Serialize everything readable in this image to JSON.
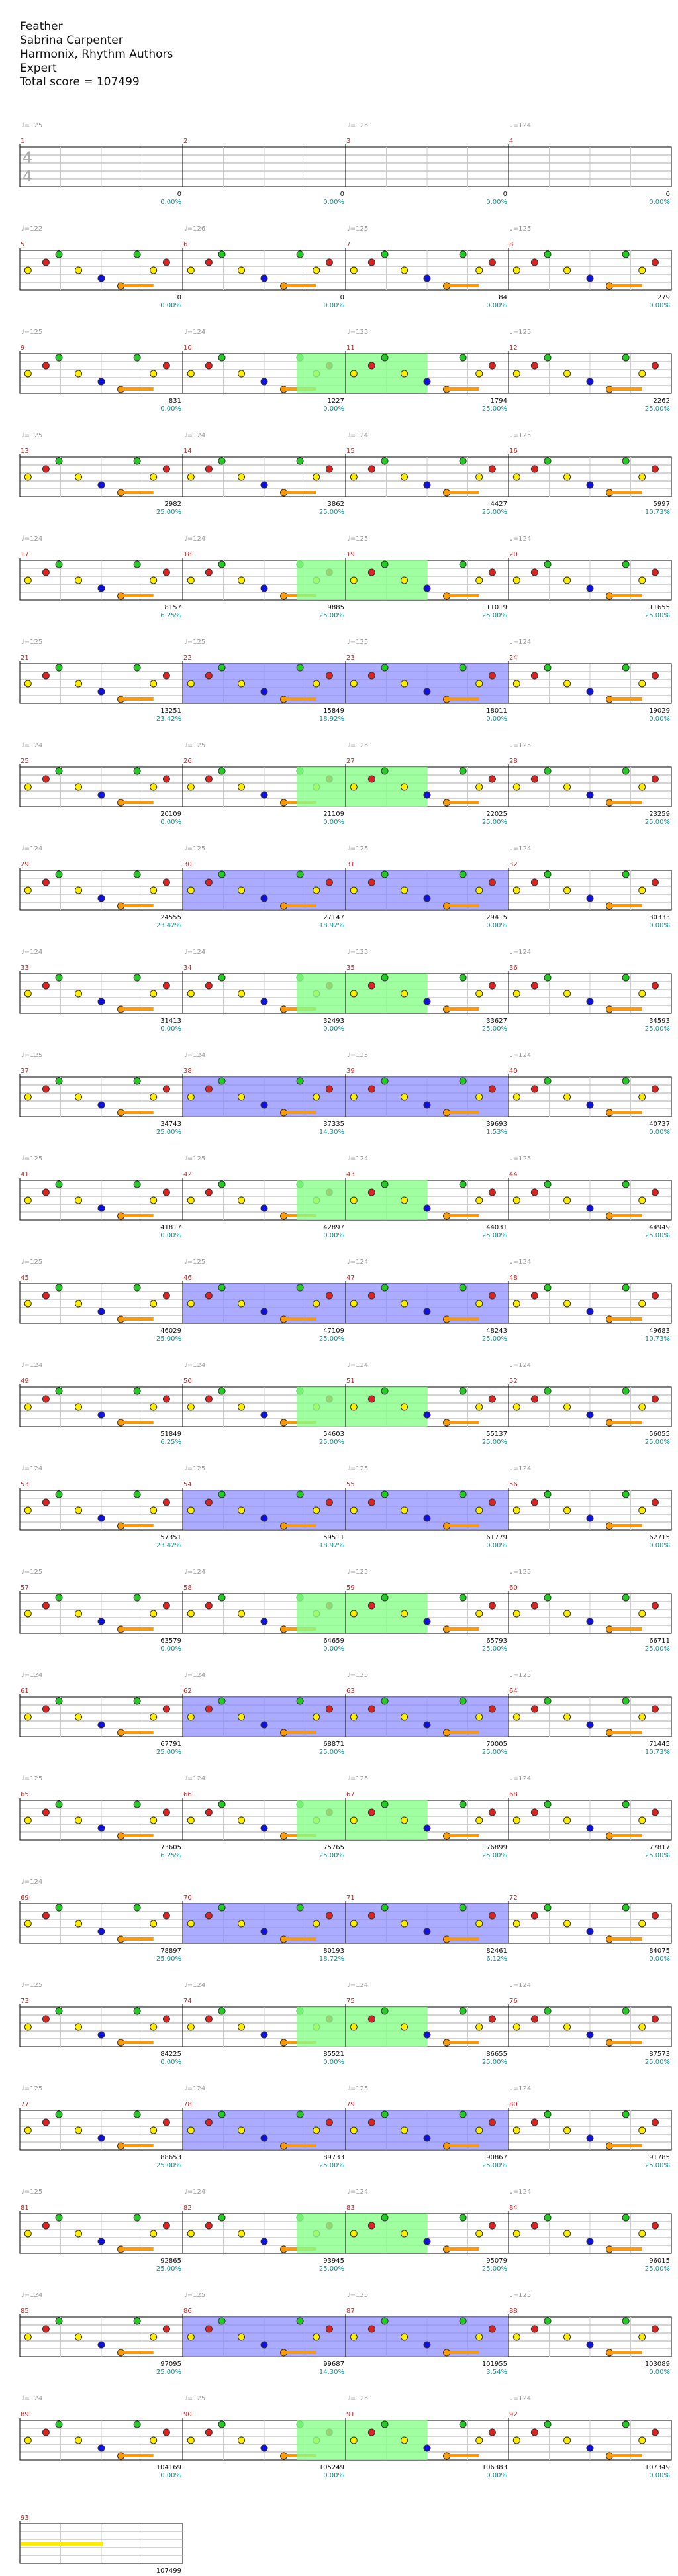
{
  "song": {
    "title": "Feather",
    "artist": "Sabrina Carpenter",
    "charter": "Harmonix, Rhythm Authors",
    "difficulty": "Expert",
    "total_score_label": "Total score = 107499"
  },
  "time_signature": {
    "numerator": "4",
    "denominator": "4"
  },
  "colors": {
    "green": "#22cc22",
    "red": "#dd2222",
    "yellow": "#ffee00",
    "blue": "#1111dd",
    "orange": "#ff9900",
    "overdrive": "#8888ff",
    "solo": "#88ff88",
    "measure_number": "#cc2222",
    "percent_text": "#009999",
    "tempo_text": "#999999"
  },
  "chart_data": {
    "type": "table",
    "rows": [
      {
        "measures": [
          {
            "n": "1",
            "tempo": "♩=125",
            "score": "0",
            "pct": "0.00%"
          },
          {
            "n": "2",
            "tempo": "",
            "score": "0",
            "pct": "0.00%"
          },
          {
            "n": "3",
            "tempo": "♩=125",
            "score": "0",
            "pct": "0.00%"
          },
          {
            "n": "4",
            "tempo": "♩=124",
            "score": "0",
            "pct": "0.00%"
          }
        ]
      },
      {
        "measures": [
          {
            "n": "5",
            "tempo": "♩=122",
            "score": "0",
            "pct": "0.00%"
          },
          {
            "n": "6",
            "tempo": "♩=126",
            "score": "0",
            "pct": "0.00%"
          },
          {
            "n": "7",
            "tempo": "♩=125",
            "score": "84",
            "pct": "0.00%"
          },
          {
            "n": "8",
            "tempo": "♩=125",
            "score": "279",
            "pct": "0.00%"
          }
        ]
      },
      {
        "measures": [
          {
            "n": "9",
            "tempo": "♩=125",
            "score": "831",
            "pct": "0.00%"
          },
          {
            "n": "10",
            "tempo": "♩=124",
            "score": "1227",
            "pct": "0.00%"
          },
          {
            "n": "11",
            "tempo": "♩=125",
            "score": "1794",
            "pct": "25.00%"
          },
          {
            "n": "12",
            "tempo": "♩=125",
            "score": "2262",
            "pct": "25.00%"
          }
        ]
      },
      {
        "measures": [
          {
            "n": "13",
            "tempo": "♩=125",
            "score": "2982",
            "pct": "25.00%"
          },
          {
            "n": "14",
            "tempo": "♩=124",
            "score": "3862",
            "pct": "25.00%"
          },
          {
            "n": "15",
            "tempo": "♩=124",
            "score": "4427",
            "pct": "25.00%"
          },
          {
            "n": "16",
            "tempo": "♩=125",
            "score": "5997",
            "pct": "10.73%"
          }
        ]
      },
      {
        "measures": [
          {
            "n": "17",
            "tempo": "♩=124",
            "score": "8157",
            "pct": "6.25%"
          },
          {
            "n": "18",
            "tempo": "♩=124",
            "score": "9885",
            "pct": "25.00%"
          },
          {
            "n": "19",
            "tempo": "♩=125",
            "score": "11019",
            "pct": "25.00%"
          },
          {
            "n": "20",
            "tempo": "♩=124",
            "score": "11655",
            "pct": "25.00%"
          }
        ]
      },
      {
        "measures": [
          {
            "n": "21",
            "tempo": "♩=125",
            "score": "13251",
            "pct": "23.42%"
          },
          {
            "n": "22",
            "tempo": "♩=125",
            "score": "15849",
            "pct": "18.92%"
          },
          {
            "n": "23",
            "tempo": "♩=125",
            "score": "18011",
            "pct": "0.00%"
          },
          {
            "n": "24",
            "tempo": "♩=124",
            "score": "19029",
            "pct": "0.00%"
          }
        ]
      },
      {
        "measures": [
          {
            "n": "25",
            "tempo": "♩=124",
            "score": "20109",
            "pct": "0.00%"
          },
          {
            "n": "26",
            "tempo": "♩=125",
            "score": "21109",
            "pct": "0.00%"
          },
          {
            "n": "27",
            "tempo": "♩=125",
            "score": "22025",
            "pct": "25.00%"
          },
          {
            "n": "28",
            "tempo": "♩=125",
            "score": "23259",
            "pct": "25.00%"
          }
        ]
      },
      {
        "measures": [
          {
            "n": "29",
            "tempo": "♩=124",
            "score": "24555",
            "pct": "23.42%"
          },
          {
            "n": "30",
            "tempo": "♩=125",
            "score": "27147",
            "pct": "18.92%"
          },
          {
            "n": "31",
            "tempo": "♩=125",
            "score": "29415",
            "pct": "0.00%"
          },
          {
            "n": "32",
            "tempo": "♩=124",
            "score": "30333",
            "pct": "0.00%"
          }
        ]
      },
      {
        "measures": [
          {
            "n": "33",
            "tempo": "♩=124",
            "score": "31413",
            "pct": "0.00%"
          },
          {
            "n": "34",
            "tempo": "♩=124",
            "score": "32493",
            "pct": "0.00%"
          },
          {
            "n": "35",
            "tempo": "♩=125",
            "score": "33627",
            "pct": "25.00%"
          },
          {
            "n": "36",
            "tempo": "♩=124",
            "score": "34593",
            "pct": "25.00%"
          }
        ]
      },
      {
        "measures": [
          {
            "n": "37",
            "tempo": "♩=125",
            "score": "34743",
            "pct": "25.00%"
          },
          {
            "n": "38",
            "tempo": "♩=124",
            "score": "37335",
            "pct": "14.30%"
          },
          {
            "n": "39",
            "tempo": "♩=125",
            "score": "39693",
            "pct": "1.53%"
          },
          {
            "n": "40",
            "tempo": "♩=124",
            "score": "40737",
            "pct": "0.00%"
          }
        ]
      },
      {
        "measures": [
          {
            "n": "41",
            "tempo": "♩=125",
            "score": "41817",
            "pct": "0.00%"
          },
          {
            "n": "42",
            "tempo": "♩=125",
            "score": "42897",
            "pct": "0.00%"
          },
          {
            "n": "43",
            "tempo": "♩=124",
            "score": "44031",
            "pct": "25.00%"
          },
          {
            "n": "44",
            "tempo": "♩=125",
            "score": "44949",
            "pct": "25.00%"
          }
        ]
      },
      {
        "measures": [
          {
            "n": "45",
            "tempo": "♩=125",
            "score": "46029",
            "pct": "25.00%"
          },
          {
            "n": "46",
            "tempo": "♩=125",
            "score": "47109",
            "pct": "25.00%"
          },
          {
            "n": "47",
            "tempo": "♩=124",
            "score": "48243",
            "pct": "25.00%"
          },
          {
            "n": "48",
            "tempo": "♩=124",
            "score": "49683",
            "pct": "10.73%"
          }
        ]
      },
      {
        "measures": [
          {
            "n": "49",
            "tempo": "♩=124",
            "score": "51849",
            "pct": "6.25%"
          },
          {
            "n": "50",
            "tempo": "♩=124",
            "score": "54603",
            "pct": "25.00%"
          },
          {
            "n": "51",
            "tempo": "♩=124",
            "score": "55137",
            "pct": "25.00%"
          },
          {
            "n": "52",
            "tempo": "♩=124",
            "score": "56055",
            "pct": "25.00%"
          }
        ]
      },
      {
        "measures": [
          {
            "n": "53",
            "tempo": "♩=124",
            "score": "57351",
            "pct": "23.42%"
          },
          {
            "n": "54",
            "tempo": "♩=125",
            "score": "59511",
            "pct": "18.92%"
          },
          {
            "n": "55",
            "tempo": "♩=125",
            "score": "61779",
            "pct": "0.00%"
          },
          {
            "n": "56",
            "tempo": "♩=124",
            "score": "62715",
            "pct": "0.00%"
          }
        ]
      },
      {
        "measures": [
          {
            "n": "57",
            "tempo": "♩=125",
            "score": "63579",
            "pct": "0.00%"
          },
          {
            "n": "58",
            "tempo": "♩=124",
            "score": "64659",
            "pct": "0.00%"
          },
          {
            "n": "59",
            "tempo": "♩=125",
            "score": "65793",
            "pct": "25.00%"
          },
          {
            "n": "60",
            "tempo": "♩=125",
            "score": "66711",
            "pct": "25.00%"
          }
        ]
      },
      {
        "measures": [
          {
            "n": "61",
            "tempo": "♩=124",
            "score": "67791",
            "pct": "25.00%"
          },
          {
            "n": "62",
            "tempo": "♩=124",
            "score": "68871",
            "pct": "25.00%"
          },
          {
            "n": "63",
            "tempo": "♩=125",
            "score": "70005",
            "pct": "25.00%"
          },
          {
            "n": "64",
            "tempo": "♩=125",
            "score": "71445",
            "pct": "10.73%"
          }
        ]
      },
      {
        "measures": [
          {
            "n": "65",
            "tempo": "♩=125",
            "score": "73605",
            "pct": "6.25%"
          },
          {
            "n": "66",
            "tempo": "♩=124",
            "score": "75765",
            "pct": "25.00%"
          },
          {
            "n": "67",
            "tempo": "♩=125",
            "score": "76899",
            "pct": "25.00%"
          },
          {
            "n": "68",
            "tempo": "♩=124",
            "score": "77817",
            "pct": "25.00%"
          }
        ]
      },
      {
        "measures": [
          {
            "n": "69",
            "tempo": "♩=124",
            "score": "78897",
            "pct": "25.00%"
          },
          {
            "n": "70",
            "tempo": "",
            "score": "80193",
            "pct": "18.72%"
          },
          {
            "n": "71",
            "tempo": "",
            "score": "82461",
            "pct": "6.12%"
          },
          {
            "n": "72",
            "tempo": "",
            "score": "84075",
            "pct": "0.00%"
          }
        ]
      },
      {
        "measures": [
          {
            "n": "73",
            "tempo": "♩=125",
            "score": "84225",
            "pct": "0.00%"
          },
          {
            "n": "74",
            "tempo": "♩=124",
            "score": "85521",
            "pct": "0.00%"
          },
          {
            "n": "75",
            "tempo": "♩=124",
            "score": "86655",
            "pct": "25.00%"
          },
          {
            "n": "76",
            "tempo": "♩=124",
            "score": "87573",
            "pct": "25.00%"
          }
        ]
      },
      {
        "measures": [
          {
            "n": "77",
            "tempo": "♩=125",
            "score": "88653",
            "pct": "25.00%"
          },
          {
            "n": "78",
            "tempo": "♩=124",
            "score": "89733",
            "pct": "25.00%"
          },
          {
            "n": "79",
            "tempo": "♩=125",
            "score": "90867",
            "pct": "25.00%"
          },
          {
            "n": "80",
            "tempo": "♩=124",
            "score": "91785",
            "pct": "25.00%"
          }
        ]
      },
      {
        "measures": [
          {
            "n": "81",
            "tempo": "♩=125",
            "score": "92865",
            "pct": "25.00%"
          },
          {
            "n": "82",
            "tempo": "♩=124",
            "score": "93945",
            "pct": "25.00%"
          },
          {
            "n": "83",
            "tempo": "♩=124",
            "score": "95079",
            "pct": "25.00%"
          },
          {
            "n": "84",
            "tempo": "♩=124",
            "score": "96015",
            "pct": "25.00%"
          }
        ]
      },
      {
        "measures": [
          {
            "n": "85",
            "tempo": "♩=124",
            "score": "97095",
            "pct": "25.00%"
          },
          {
            "n": "86",
            "tempo": "♩=125",
            "score": "99687",
            "pct": "14.30%"
          },
          {
            "n": "87",
            "tempo": "♩=125",
            "score": "101955",
            "pct": "3.54%"
          },
          {
            "n": "88",
            "tempo": "♩=125",
            "score": "103089",
            "pct": "0.00%"
          }
        ]
      },
      {
        "measures": [
          {
            "n": "89",
            "tempo": "♩=124",
            "score": "104169",
            "pct": "0.00%"
          },
          {
            "n": "90",
            "tempo": "♩=125",
            "score": "105249",
            "pct": "0.00%"
          },
          {
            "n": "91",
            "tempo": "♩=125",
            "score": "106383",
            "pct": "0.00%"
          },
          {
            "n": "92",
            "tempo": "♩=124",
            "score": "107349",
            "pct": "0.00%"
          }
        ]
      },
      {
        "measures": [
          {
            "n": "93",
            "tempo": "",
            "score": "107499",
            "pct": "0.00%"
          }
        ]
      }
    ]
  }
}
